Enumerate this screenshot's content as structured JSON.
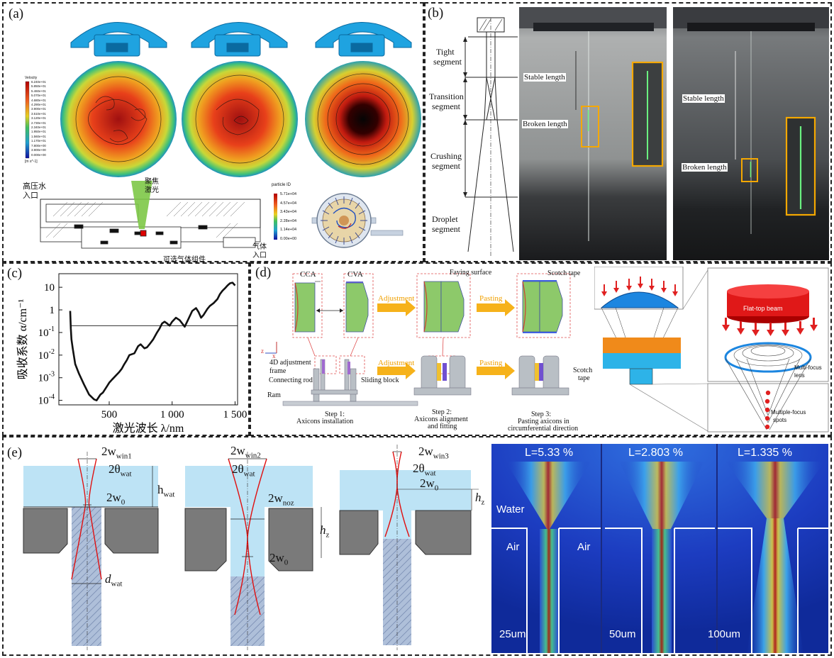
{
  "panels": {
    "a": {
      "label": "(a)",
      "legend_title": "Velocity",
      "legend_values": [
        "6.240e+01",
        "5.850e+01",
        "5.460e+01",
        "5.070e+01",
        "4.680e+01",
        "4.290e+01",
        "3.900e+01",
        "3.510e+01",
        "3.120e+01",
        "2.730e+01",
        "2.340e+01",
        "1.950e+01",
        "1.560e+01",
        "1.170e+01",
        "7.800e+00",
        "3.900e+00",
        "0.000e+00"
      ],
      "legend_unit": "[m s^-1]",
      "inlet_water": "高压水",
      "inlet_water2": "入口",
      "laser": "聚焦",
      "laser2": "激光",
      "gas_inlet": "气体",
      "gas_inlet2": "入口",
      "optional_gas": "可选气体组件",
      "particle_title": "particle ID",
      "particle_values": [
        "5.71e+04",
        "4.57e+04",
        "3.43e+04",
        "2.28e+04",
        "1.14e+04",
        "0.00e+00"
      ]
    },
    "b": {
      "label": "(b)",
      "segments": [
        "Tight",
        "segment",
        "Transition",
        "segment",
        "Crushing",
        "segment",
        "Droplet",
        "segment"
      ],
      "stable": "Stable length",
      "broken": "Broken length"
    },
    "c": {
      "label": "(c)",
      "ylabel": "吸收系数 α/cm⁻¹",
      "xlabel": "激光波长 λ/nm"
    },
    "d": {
      "label": "(d)",
      "cca": "CCA",
      "cva": "CVA",
      "faying": "Faying surface",
      "scotch": "Scotch tape",
      "adjustment": "Adjustment",
      "pasting": "Pasting",
      "frame1": "4D adjustment",
      "frame2": "frame",
      "rod": "Connecting rod",
      "ram": "Ram",
      "sliding": "Sliding block",
      "step1a": "Step 1:",
      "step1b": "Axicons installation",
      "step2a": "Step 2:",
      "step2b": "Axicons alignment",
      "step2c": "and fitting",
      "step3a": "Step 3:",
      "step3b": "Pasting axicons in",
      "step3c": "circumferential direction",
      "scotch2a": "Scotch",
      "scotch2b": "tape",
      "flat": "Flat-top beam",
      "multi_lens1": "Multi-focus",
      "multi_lens2": "lens",
      "spots1": "Multiple-focus",
      "spots2": "spots"
    },
    "e": {
      "label": "(e)",
      "w_win1": "2w",
      "w_win1_sub": "win1",
      "theta": "2θ",
      "theta_sub": "wat",
      "h_wat": "h",
      "h_wat_sub": "wat",
      "w0": "2w",
      "w0_sub": "0",
      "d_wat": "d",
      "d_wat_sub": "wat",
      "w_win2_sub": "win2",
      "w_noz_sub": "noz",
      "h_z": "h",
      "h_z_sub": "z",
      "w_win3_sub": "win3",
      "sim_L": [
        "L=5.33 %",
        "L=2.803 %",
        "L=1.335 %"
      ],
      "sim_size": [
        "25um",
        "50um",
        "100um"
      ],
      "water": "Water",
      "air": "Air"
    }
  },
  "chart_data": {
    "type": "line",
    "title": "",
    "xlabel": "激光波长 λ/nm",
    "ylabel": "吸收系数 α/cm⁻¹",
    "xticks": [
      500,
      1000,
      1500
    ],
    "yticks": [
      "10^-4",
      "10^-3",
      "10^-2",
      "10^-1",
      "1",
      "10"
    ],
    "xlim": [
      100,
      1520
    ],
    "ylim_log10": [
      -4.2,
      1.6
    ],
    "yscale": "log",
    "reference_line_y": 0.2,
    "series": [
      {
        "x": [
          190,
          195,
          200,
          210,
          230,
          260,
          300,
          340,
          380,
          400,
          430,
          450,
          480,
          500,
          520,
          550,
          580,
          600,
          620,
          640,
          660,
          700,
          730,
          750,
          780,
          800,
          820,
          850,
          880,
          900,
          920,
          940,
          960,
          980,
          1000,
          1030,
          1060,
          1100,
          1130,
          1160,
          1190,
          1210,
          1230,
          1250,
          1280,
          1300,
          1330,
          1360,
          1380,
          1400,
          1420,
          1440,
          1460,
          1480,
          1500
        ],
        "y": [
          0.9,
          0.15,
          0.05,
          0.02,
          0.004,
          0.0015,
          0.0005,
          0.00018,
          0.00011,
          0.0001,
          0.00018,
          0.00022,
          0.0004,
          0.0006,
          0.0008,
          0.0012,
          0.0018,
          0.0025,
          0.004,
          0.006,
          0.01,
          0.012,
          0.025,
          0.03,
          0.02,
          0.022,
          0.03,
          0.05,
          0.1,
          0.15,
          0.25,
          0.3,
          0.25,
          0.2,
          0.3,
          0.45,
          0.35,
          0.18,
          0.4,
          0.9,
          1.2,
          0.8,
          0.45,
          0.6,
          1.1,
          1.5,
          2.0,
          3.0,
          5.0,
          7.0,
          9.0,
          12.0,
          15.0,
          16.0,
          12.0
        ]
      }
    ]
  }
}
